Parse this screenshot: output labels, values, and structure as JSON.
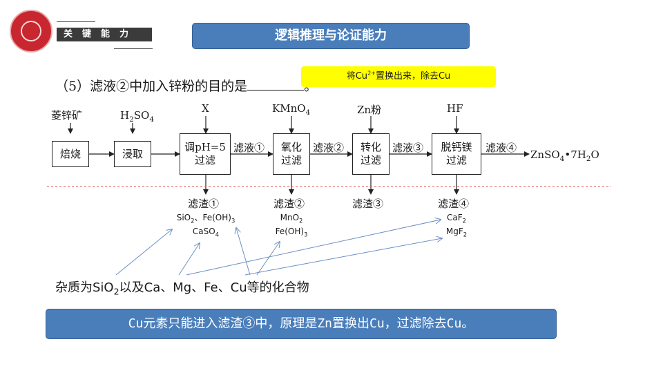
{
  "header": {
    "tag": "关键能力",
    "title": "逻辑推理与论证能力"
  },
  "question": {
    "prefix": "（5）滤液②中加入锌粉的目的是",
    "suffix": "。"
  },
  "answer": {
    "pre": "将Cu",
    "sup": "2+",
    "post": "置换出来，除去Cu"
  },
  "flow": {
    "inputs": {
      "raw": "菱锌矿",
      "acid_main": "H",
      "acid_sub1": "2",
      "acid_mid": "SO",
      "acid_sub2": "4",
      "x": "X",
      "oxidant_main": "KMnO",
      "oxidant_sub": "4",
      "zinc": "Zn粉",
      "hf": "HF"
    },
    "steps": {
      "roast": "焙烧",
      "leach": "浸取",
      "ph_line1": "调pH=5",
      "ph_line2": "过滤",
      "ox_line1": "氧化",
      "ox_line2": "过滤",
      "conv_line1": "转化",
      "conv_line2": "过滤",
      "decal_line1": "脱钙镁",
      "decal_line2": "过滤"
    },
    "filtrates": {
      "f1": "滤液①",
      "f2": "滤液②",
      "f3": "滤液③",
      "f4": "滤液④"
    },
    "product": {
      "a": "ZnSO",
      "b": "4",
      "c": "•7H",
      "d": "2",
      "e": "O"
    },
    "residues": {
      "r1": "滤渣①",
      "r2": "滤渣②",
      "r3": "滤渣③",
      "r4": "滤渣④"
    },
    "residue_contents": {
      "r1_l1_a": "SiO",
      "r1_l1_b": "2",
      "r1_l1_c": "、Fe(OH)",
      "r1_l1_d": "3",
      "r1_l2_a": "CaSO",
      "r1_l2_b": "4",
      "r2_l1_a": "MnO",
      "r2_l1_b": "2",
      "r2_l2_a": "Fe(OH)",
      "r2_l2_b": "3",
      "r4_l1_a": "CaF",
      "r4_l1_b": "2",
      "r4_l2_a": "MgF",
      "r4_l2_b": "2"
    }
  },
  "impurity": {
    "a": "杂质为SiO",
    "b": "2",
    "c": "以及Ca、Mg、Fe、Cu等的化合物"
  },
  "note": "Cu元素只能进入滤渣③中，原理是Zn置换出Cu，过滤除去Cu。",
  "colors": {
    "title_bg": "#4a7ebb",
    "answer_bg": "#ffff00",
    "arrow_blue": "#6b8fc4",
    "dashed_red": "#d9534f"
  }
}
